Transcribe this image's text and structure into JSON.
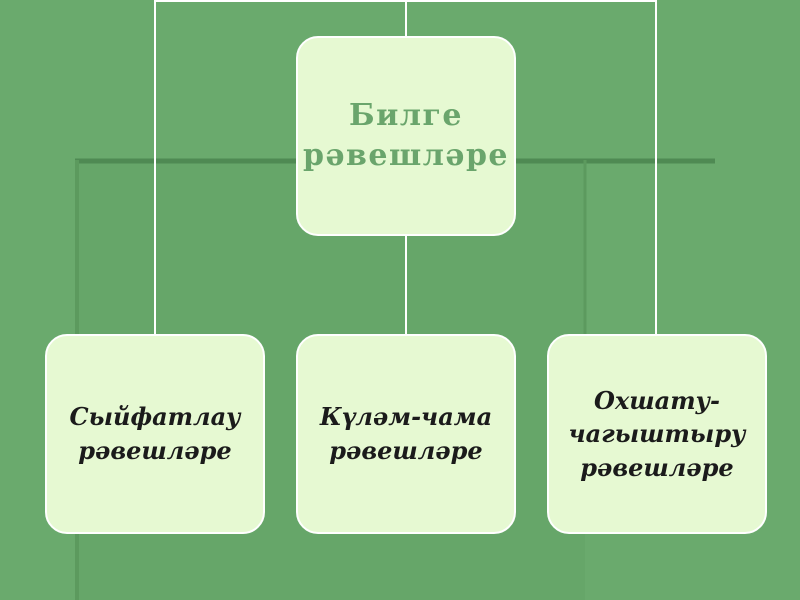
{
  "diagram": {
    "root": {
      "lines": [
        "Билге",
        "рәвешләре"
      ]
    },
    "children": [
      {
        "lines": [
          "Сыйфатлау",
          "рәвешләре"
        ]
      },
      {
        "lines": [
          "Күләм-чама",
          "рәвешләре"
        ]
      },
      {
        "lines": [
          "Охшату-",
          "чагыштыру",
          "рәвешләре"
        ]
      }
    ]
  },
  "colors": {
    "background": "#6aaa6d",
    "box_fill": "#e6f9d2",
    "box_border": "#ffffff",
    "title_text": "#6aa56c",
    "child_text": "#1b1b1b",
    "connector": "#ffffff",
    "decor_line": "#4f8a53"
  }
}
